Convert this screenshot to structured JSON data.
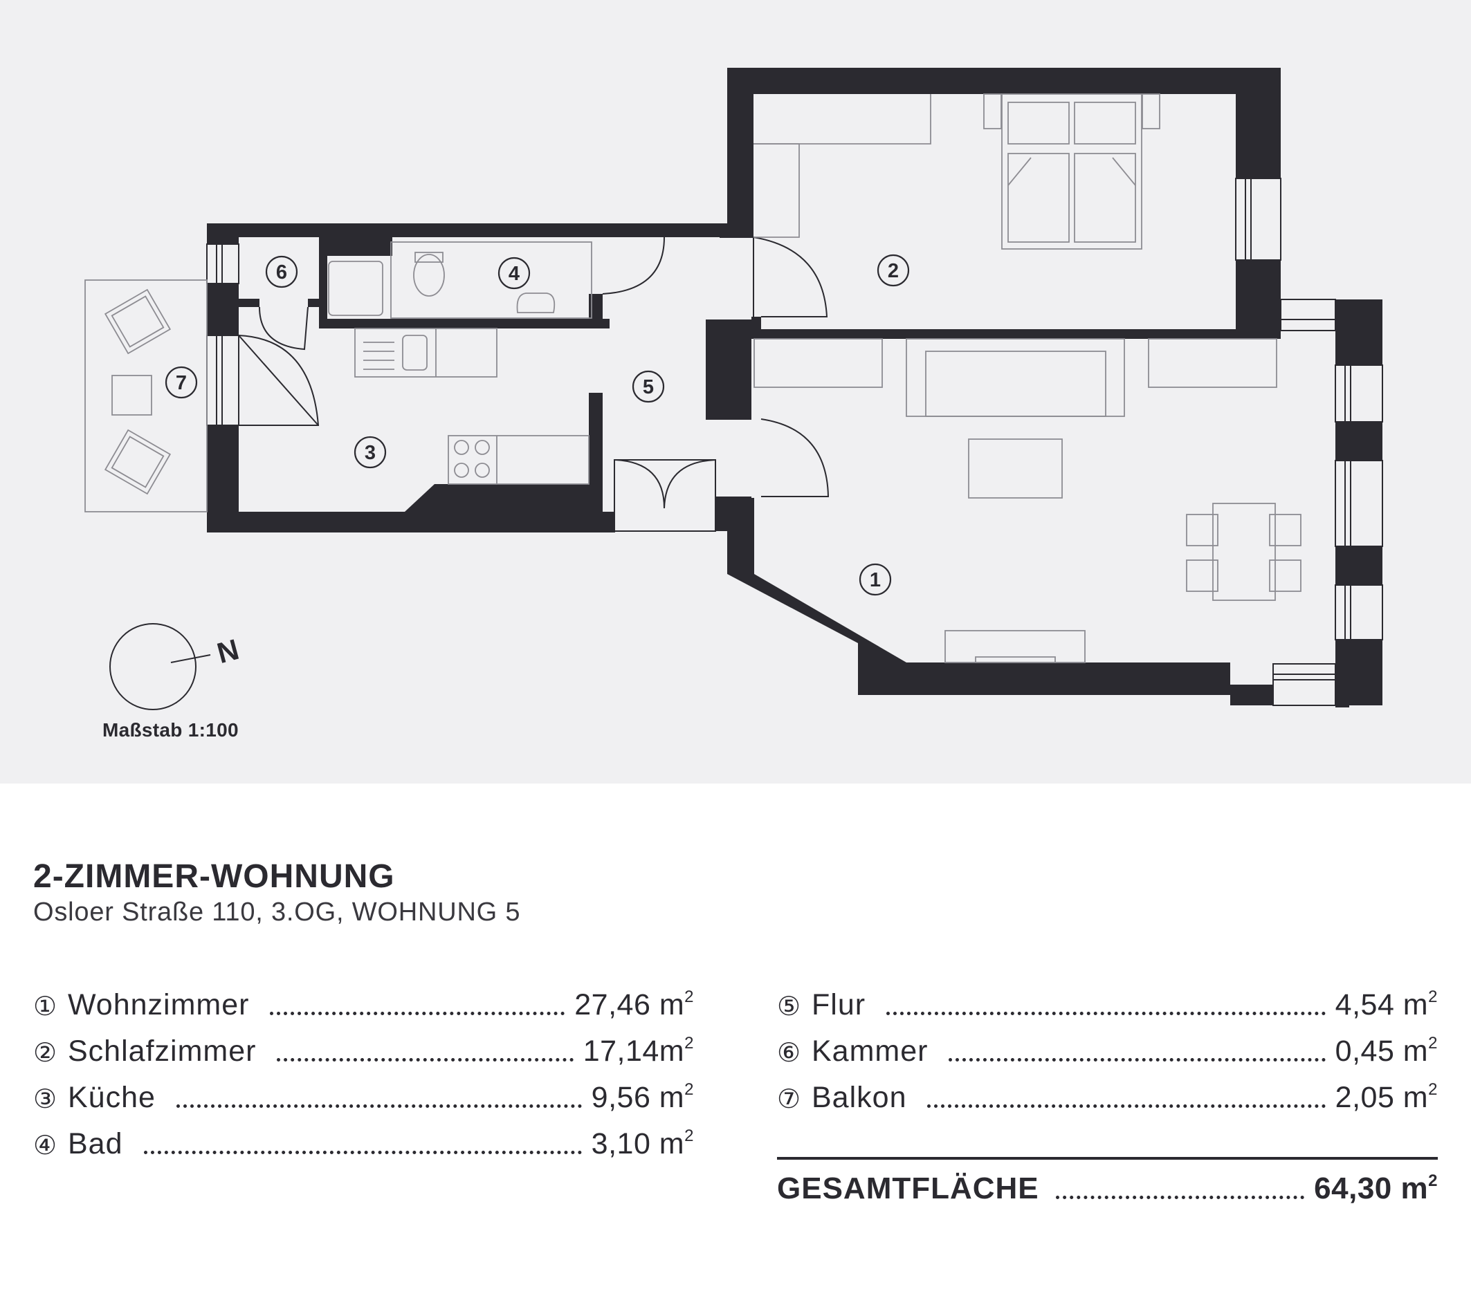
{
  "floorplan": {
    "room_markers": [
      "1",
      "2",
      "3",
      "4",
      "5",
      "6",
      "7"
    ],
    "compass_letter": "N",
    "scale_label": "Maßstab 1:100"
  },
  "apartment": {
    "title": "2-ZIMMER-WOHNUNG",
    "subtitle": "Osloer Straße 110, 3.OG, WOHNUNG 5"
  },
  "rooms_left": [
    {
      "num": "①",
      "name": "Wohnzimmer",
      "area": "27,46 m",
      "unit_sup": "2"
    },
    {
      "num": "②",
      "name": "Schlafzimmer",
      "area": "17,14m",
      "unit_sup": "2"
    },
    {
      "num": "③",
      "name": "Küche",
      "area": "9,56 m",
      "unit_sup": "2"
    },
    {
      "num": "④",
      "name": "Bad",
      "area": "3,10 m",
      "unit_sup": "2"
    }
  ],
  "rooms_right": [
    {
      "num": "⑤",
      "name": "Flur",
      "area": "4,54 m",
      "unit_sup": "2"
    },
    {
      "num": "⑥",
      "name": "Kammer",
      "area": "0,45 m",
      "unit_sup": "2"
    },
    {
      "num": "⑦",
      "name": "Balkon",
      "area": "2,05 m",
      "unit_sup": "2"
    }
  ],
  "total": {
    "label": "GESAMTFLÄCHE",
    "area": "64,30 m",
    "unit_sup": "2"
  },
  "colors": {
    "wall": "#2b2a30",
    "plan_background": "#f0f0f2",
    "furniture": "#8d8c92"
  }
}
